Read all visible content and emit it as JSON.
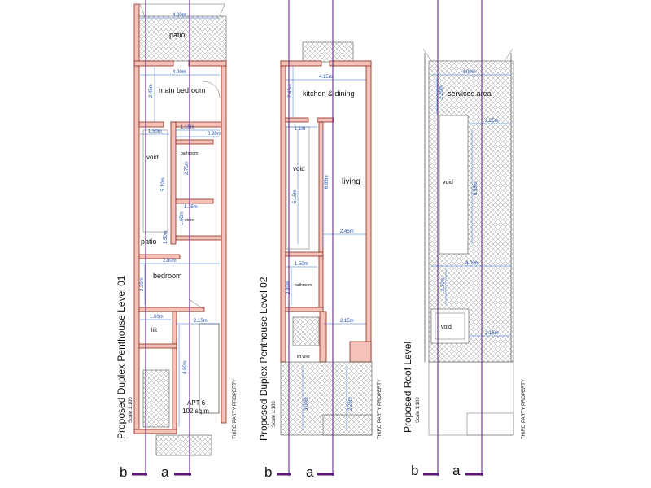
{
  "level1": {
    "title": "Proposed Duplex Penthouse Level 01",
    "scale": "Scale 1:100",
    "third_party": "THIRD PARTY PROPERTY",
    "rooms": {
      "patio_top": "patio",
      "main_bedroom": "main bedroom",
      "void": "void",
      "bathroom": "bathroom",
      "store": "store",
      "patio_mid": "patio",
      "bedroom": "bedroom",
      "lift": "lift",
      "apt": "APT 6",
      "area": "102 sq m"
    },
    "dims": {
      "d_4_00_top": "4.00m",
      "d_4_00": "4.00m",
      "d_2_45": "2.45m",
      "d_1_50": "1.50m",
      "d_1_15": "1.15m",
      "d_0_90": "0.90m",
      "d_5_10": "5.10m",
      "d_2_75": "2.75m",
      "d_1_15b": "1.15m",
      "d_1_60": "1.60m",
      "d_1_50b": "1.50m",
      "d_2_80": "2.80m",
      "d_2_30": "2.30m",
      "d_1_60b": "1.60m",
      "d_2_15": "2.15m",
      "d_4_80": "4.80m"
    }
  },
  "level2": {
    "title": "Proposed Duplex Penthouse Level 02",
    "scale": "Scale 1:100",
    "third_party": "THIRD PARTY PROPERTY",
    "rooms": {
      "kitchen": "kitchen & dining",
      "void": "void",
      "living": "living",
      "bathroom": "bathroom",
      "lift_void": "lift void"
    },
    "dims": {
      "d_4_15": "4.15m",
      "d_2_45": "2.45m",
      "d_1_10": "1.1m",
      "d_5_15": "5.15m",
      "d_6_95": "6.95m",
      "d_2_45b": "2.45m",
      "d_1_50": "1.50m",
      "d_2_30": "2.30m",
      "d_2_15": "2.15m",
      "d_3_00": "3.00m",
      "d_2_25": "2.25m"
    }
  },
  "roof": {
    "title": "Proposed Roof Level",
    "scale": "Scale 1:100",
    "third_party": "THIRD PARTY PROPERTY",
    "rooms": {
      "services": "services area",
      "void_main": "void",
      "void_small": "void"
    },
    "dims": {
      "d_4_00": "4.00m",
      "d_2_20": "2.20m",
      "d_2_25": "2.25m",
      "d_6_55": "6.55m",
      "d_4_00b": "4.00m",
      "d_2_30": "2.30m",
      "d_2_15": "2.15m"
    }
  },
  "sections": {
    "l1_b": "b",
    "l1_a": "a",
    "l2_b": "b",
    "l2_a": "a",
    "r_b": "b",
    "r_a": "a"
  }
}
